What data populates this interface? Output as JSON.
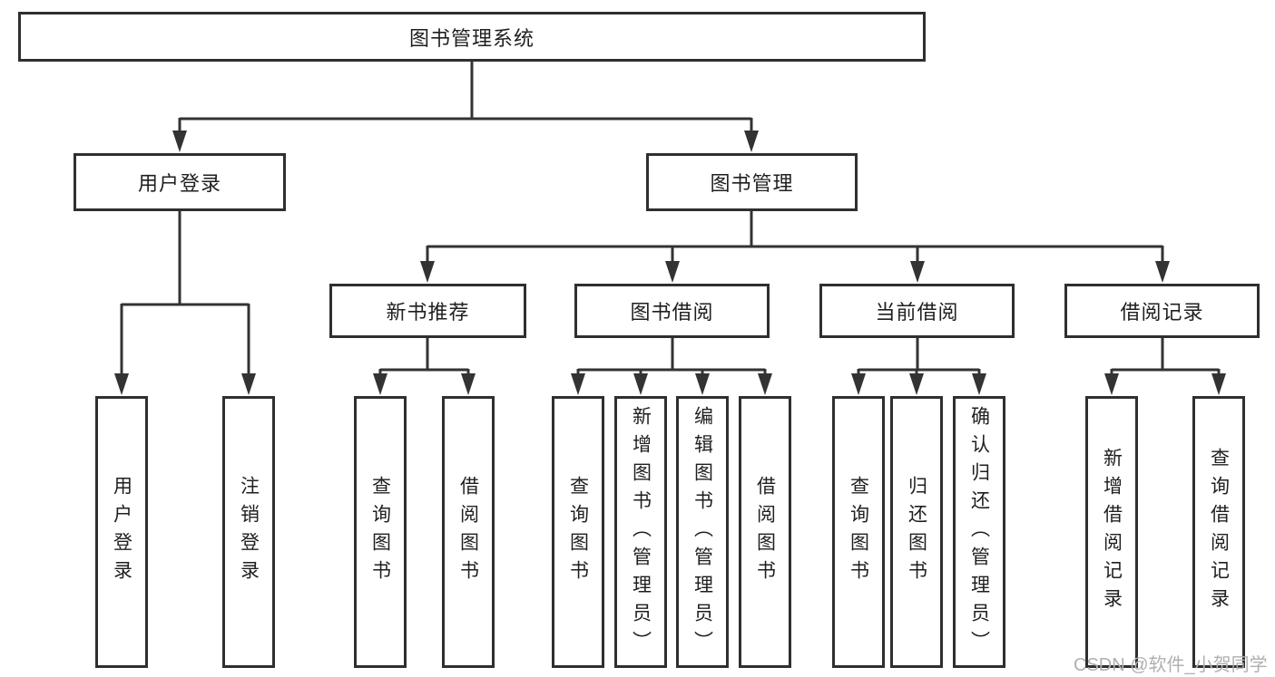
{
  "diagram": {
    "root": {
      "label": "图书管理系统"
    },
    "level2": [
      {
        "label": "用户登录"
      },
      {
        "label": "图书管理"
      }
    ],
    "level3": [
      {
        "label": "新书推荐"
      },
      {
        "label": "图书借阅"
      },
      {
        "label": "当前借阅"
      },
      {
        "label": "借阅记录"
      }
    ],
    "leaves": {
      "user_login": [
        "用户登录",
        "注销登录"
      ],
      "new_book_recommend": [
        "查询图书",
        "借阅图书"
      ],
      "book_borrow": [
        "查询图书",
        "新增图书（管理员）",
        "编辑图书（管理员）",
        "借阅图书"
      ],
      "current_borrow": [
        "查询图书",
        "归还图书",
        "确认归还（管理员）"
      ],
      "borrow_records": [
        "新增借阅记录",
        "查询借阅记录"
      ]
    }
  },
  "watermark": {
    "text": "CSDN @软件_小贺同学"
  },
  "colors": {
    "line": "#333333",
    "box_border": "#2f2f2f",
    "text": "#1f1f1f",
    "watermark": "#b0b0b0",
    "background": "#ffffff"
  }
}
